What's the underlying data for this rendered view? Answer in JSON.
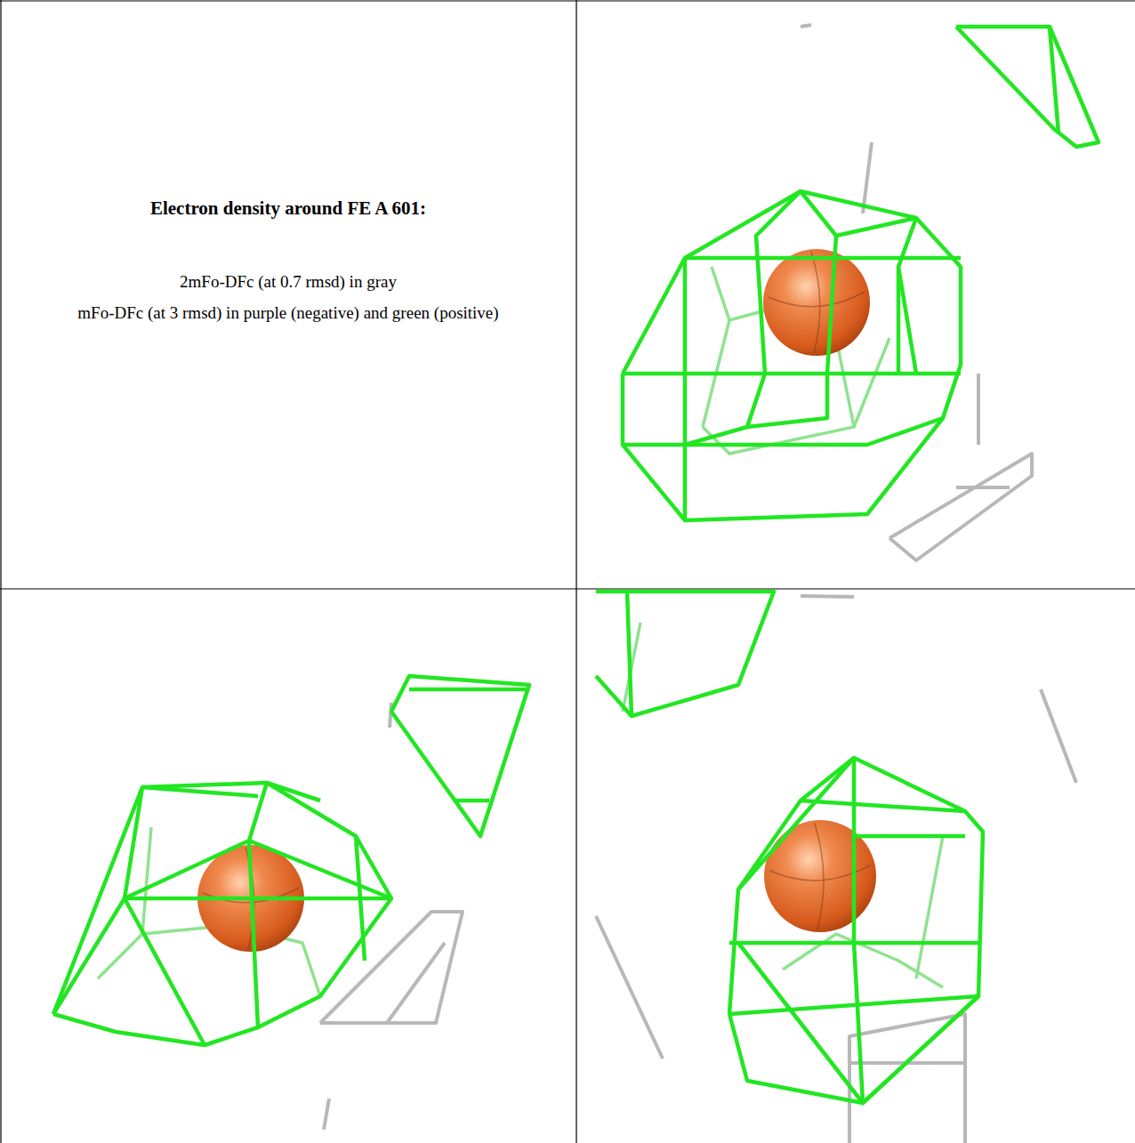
{
  "diagram": {
    "title": "Electron density around FE A 601:",
    "labels": [
      "2mFo-DFc (at 0.7 rmsd) in gray",
      "mFo-DFc (at 3 rmsd) in purple (negative) and green (positive)"
    ]
  }
}
